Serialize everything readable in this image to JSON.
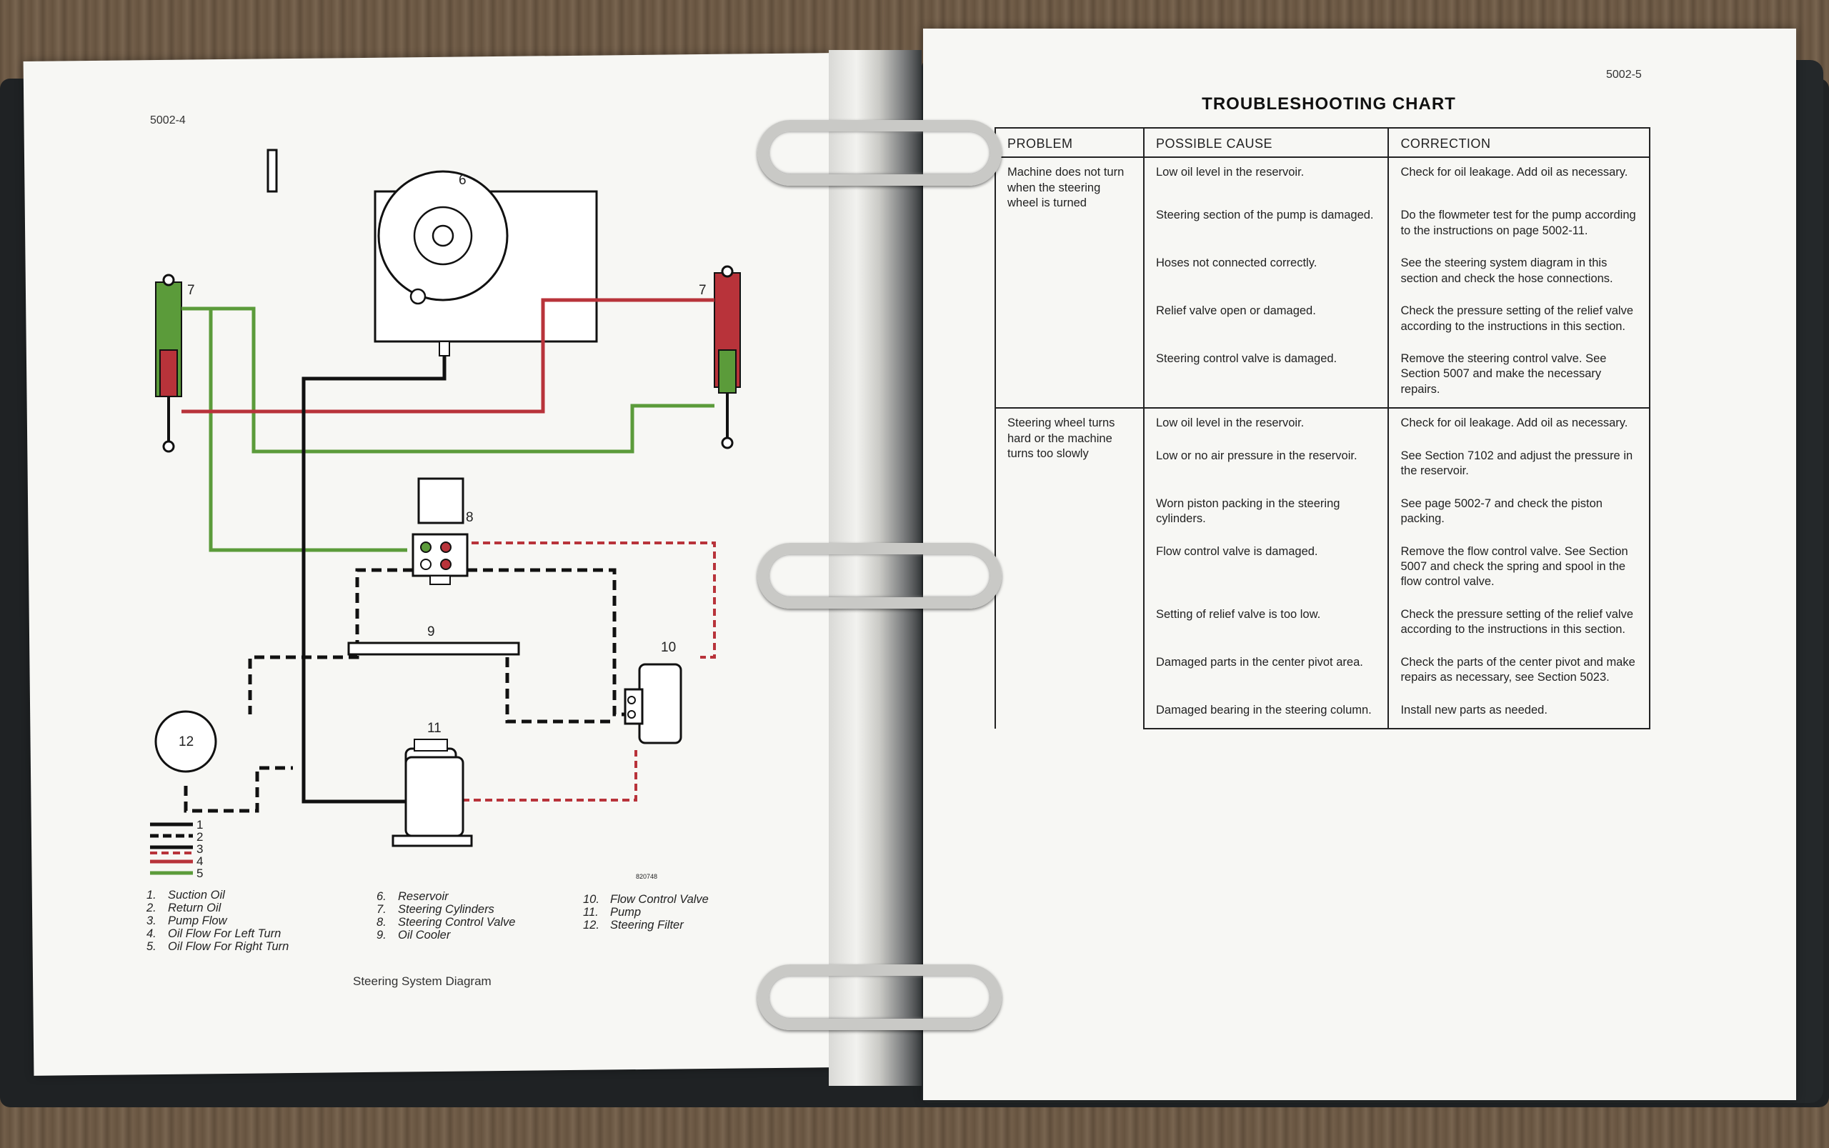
{
  "left_page": {
    "page_number": "5002-4",
    "diagram": {
      "callouts": [
        "6",
        "7",
        "7",
        "8",
        "9",
        "10",
        "11",
        "12"
      ],
      "legend_lines": [
        "1",
        "2",
        "3",
        "4",
        "5"
      ],
      "figure_code": "820748",
      "caption": "Steering System Diagram",
      "colors": {
        "pressure_red": "#b8333a",
        "return_green": "#5b9b3a",
        "line_black": "#111111"
      }
    },
    "legend_col1": [
      {
        "num": "1.",
        "label": "Suction Oil"
      },
      {
        "num": "2.",
        "label": "Return Oil"
      },
      {
        "num": "3.",
        "label": "Pump Flow"
      },
      {
        "num": "4.",
        "label": "Oil Flow For Left Turn"
      },
      {
        "num": "5.",
        "label": "Oil Flow For Right Turn"
      }
    ],
    "legend_col2": [
      {
        "num": "6.",
        "label": "Reservoir"
      },
      {
        "num": "7.",
        "label": "Steering Cylinders"
      },
      {
        "num": "8.",
        "label": "Steering Control Valve"
      },
      {
        "num": "9.",
        "label": "Oil Cooler"
      }
    ],
    "legend_col3": [
      {
        "num": "10.",
        "label": "Flow Control Valve"
      },
      {
        "num": "11.",
        "label": "Pump"
      },
      {
        "num": "12.",
        "label": "Steering Filter"
      }
    ]
  },
  "right_page": {
    "page_number": "5002-5",
    "title": "TROUBLESHOOTING CHART",
    "headers": [
      "PROBLEM",
      "POSSIBLE CAUSE",
      "CORRECTION"
    ],
    "groups": [
      {
        "problem": "Machine does not turn when the steering wheel is turned",
        "rows": [
          {
            "cause": "Low oil level in the reservoir.",
            "correction": "Check for oil leakage. Add oil as necessary."
          },
          {
            "cause": "Steering section of the pump is damaged.",
            "correction": "Do the flowmeter test for the pump according to the instructions on page 5002-11."
          },
          {
            "cause": "Hoses not connected correctly.",
            "correction": "See the steering system diagram in this section and check the hose connections."
          },
          {
            "cause": "Relief valve open or damaged.",
            "correction": "Check the pressure setting of the relief valve according to the instructions in this section."
          },
          {
            "cause": "Steering control valve is damaged.",
            "correction": "Remove the steering control valve. See Section 5007 and make the necessary repairs."
          }
        ]
      },
      {
        "problem": "Steering wheel turns hard or the machine turns too slowly",
        "rows": [
          {
            "cause": "Low oil level in the reservoir.",
            "correction": "Check for oil leakage. Add oil as necessary."
          },
          {
            "cause": "Low or no air pressure in the reservoir.",
            "correction": "See Section 7102 and adjust the pressure in the reservoir."
          },
          {
            "cause": "Worn piston packing in the steering cylinders.",
            "correction": "See page 5002-7 and check the piston packing."
          },
          {
            "cause": "Flow control valve is damaged.",
            "correction": "Remove the flow control valve. See Section 5007 and check the spring and spool in the flow control valve."
          },
          {
            "cause": "Setting of relief valve is too low.",
            "correction": "Check the pressure setting of the relief valve according to the instructions in this section."
          },
          {
            "cause": "Damaged parts in the center pivot area.",
            "correction": "Check the parts of the center pivot and make repairs as necessary, see Section 5023."
          },
          {
            "cause": "Damaged bearing in the steering column.",
            "correction": "Install new parts as needed."
          }
        ]
      }
    ]
  }
}
